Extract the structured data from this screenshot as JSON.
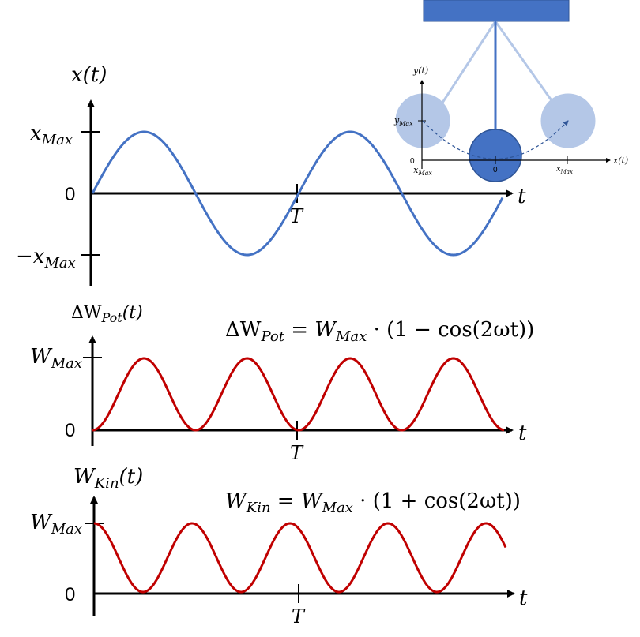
{
  "graph1": {
    "ylabel": "x(t)",
    "tick_max": "x",
    "tick_max_sub": "Max",
    "tick_min_prefix": "−x",
    "tick_min_sub": "Max",
    "zero": "0",
    "xlabel": "t",
    "period": "T",
    "color": "#4472c4"
  },
  "graph2": {
    "ylabel_prefix": "ΔW",
    "ylabel_sub": "Pot",
    "ylabel_suffix": "(t)",
    "tick_max": "W",
    "tick_max_sub": "Max",
    "zero": "0",
    "xlabel": "t",
    "period": "T",
    "formula_lhs": "ΔW",
    "formula_lhs_sub": "Pot",
    "formula_mid": " = W",
    "formula_mid_sub": "Max",
    "formula_rhs": " · (1 − cos(2ωt))",
    "color": "#c00000"
  },
  "graph3": {
    "ylabel_prefix": "W",
    "ylabel_sub": "Kin",
    "ylabel_suffix": "(t)",
    "tick_max": "W",
    "tick_max_sub": "Max",
    "zero": "0",
    "xlabel": "t",
    "period": "T",
    "formula_lhs": "W",
    "formula_lhs_sub": "Kin",
    "formula_mid": " = W",
    "formula_mid_sub": "Max",
    "formula_rhs": " · (1 + cos(2ωt))",
    "color": "#c00000"
  },
  "pendulum": {
    "ylabel": "y(t)",
    "xlabel": "x(t)",
    "y_max": "y",
    "y_max_sub": "Max",
    "zero_left": "0",
    "neg_x_max": "−x",
    "neg_x_max_sub": "Max",
    "center_zero": "0",
    "x_max": "x",
    "x_max_sub": "Max",
    "mount_color": "#4472c4",
    "bob_color": "#4472c4",
    "ghost_color": "#b4c7e7"
  }
}
